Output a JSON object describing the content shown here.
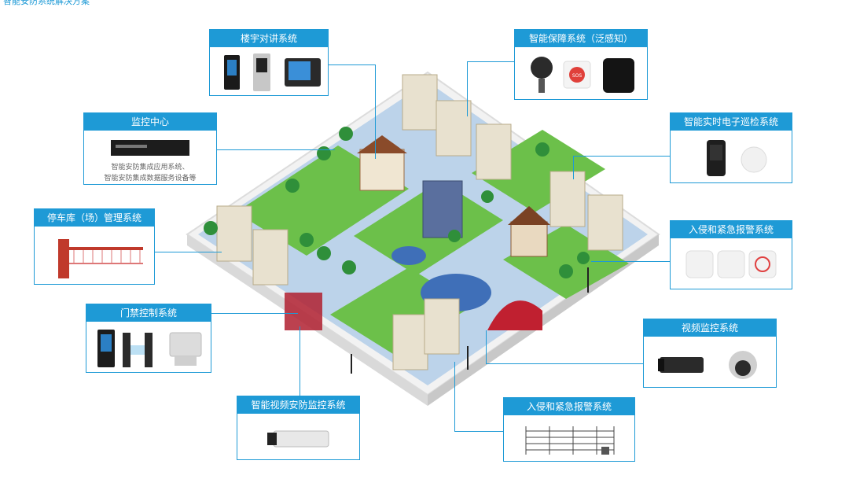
{
  "page": {
    "title": "智能安防系统解决方案"
  },
  "cards": {
    "intercom": {
      "label": "楼宇对讲系统"
    },
    "guarantee": {
      "label": "智能保障系统（泛感知）",
      "device_text": "SOS"
    },
    "monitor_center": {
      "label": "监控中心",
      "note_line1": "智能安防集成应用系统、",
      "note_line2": "智能安防集成数据服务设备等"
    },
    "patrol": {
      "label": "智能实时电子巡检系统"
    },
    "parking": {
      "label": "停车库（场）管理系统"
    },
    "intrusion_right": {
      "label": "入侵和紧急报警系统"
    },
    "access": {
      "label": "门禁控制系统"
    },
    "video": {
      "label": "视频监控系统"
    },
    "smart_video": {
      "label": "智能视频安防监控系统"
    },
    "intrusion_bottom": {
      "label": "入侵和紧急报警系统"
    }
  },
  "colors": {
    "accent": "#1e9ad6",
    "grass": "#6cc04a",
    "road": "#b9cfe6",
    "wall": "#eeeeee"
  }
}
